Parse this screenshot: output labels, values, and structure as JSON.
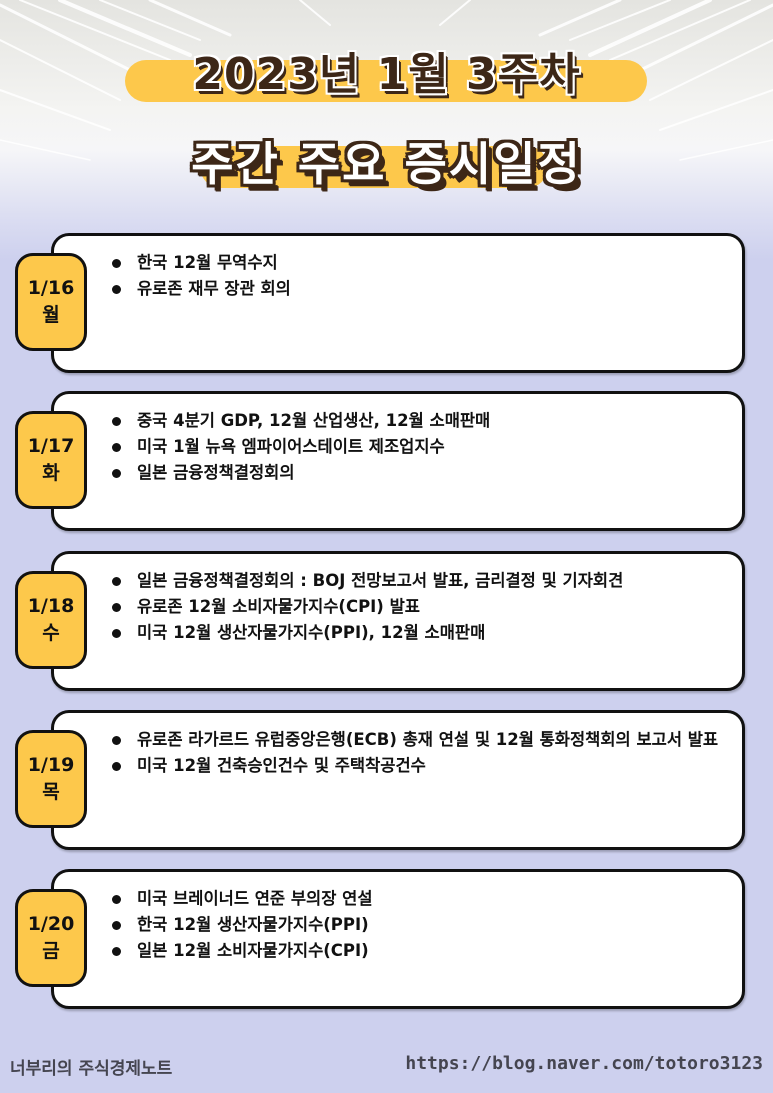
{
  "header": {
    "title_line1": "2023년 1월 3주차",
    "title_line2": "주간 주요 증시일정"
  },
  "colors": {
    "accent_yellow": "#fdc84b",
    "title_brown": "#3d2717",
    "background_lavender": "#cdd0ee",
    "card_border": "#111111"
  },
  "days": [
    {
      "date": "1/16",
      "weekday": "월",
      "items": [
        "한국 12월 무역수지",
        "유로존 재무 장관 회의"
      ]
    },
    {
      "date": "1/17",
      "weekday": "화",
      "items": [
        "중국 4분기 GDP, 12월 산업생산, 12월 소매판매",
        "미국 1월 뉴욕 엠파이어스테이트 제조업지수",
        "일본 금융정책결정회의"
      ]
    },
    {
      "date": "1/18",
      "weekday": "수",
      "items": [
        "일본 금융정책결정회의 : BOJ 전망보고서 발표, 금리결정 및 기자회견",
        "유로존  12월 소비자물가지수(CPI) 발표",
        "미국 12월 생산자물가지수(PPI), 12월 소매판매"
      ]
    },
    {
      "date": "1/19",
      "weekday": "목",
      "items": [
        "유로존 라가르드 유럽중앙은행(ECB) 총재 연설 및 12월 통화정책회의 보고서 발표",
        "미국 12월 건축승인건수 및 주택착공건수"
      ]
    },
    {
      "date": "1/20",
      "weekday": "금",
      "items": [
        "미국 브레이너드 연준 부의장 연설",
        "한국 12월 생산자물가지수(PPI)",
        "일본 12월 소비자물가지수(CPI)"
      ]
    }
  ],
  "footer": {
    "author": "너부리의 주식경제노트",
    "url": "https://blog.naver.com/totoro3123"
  }
}
